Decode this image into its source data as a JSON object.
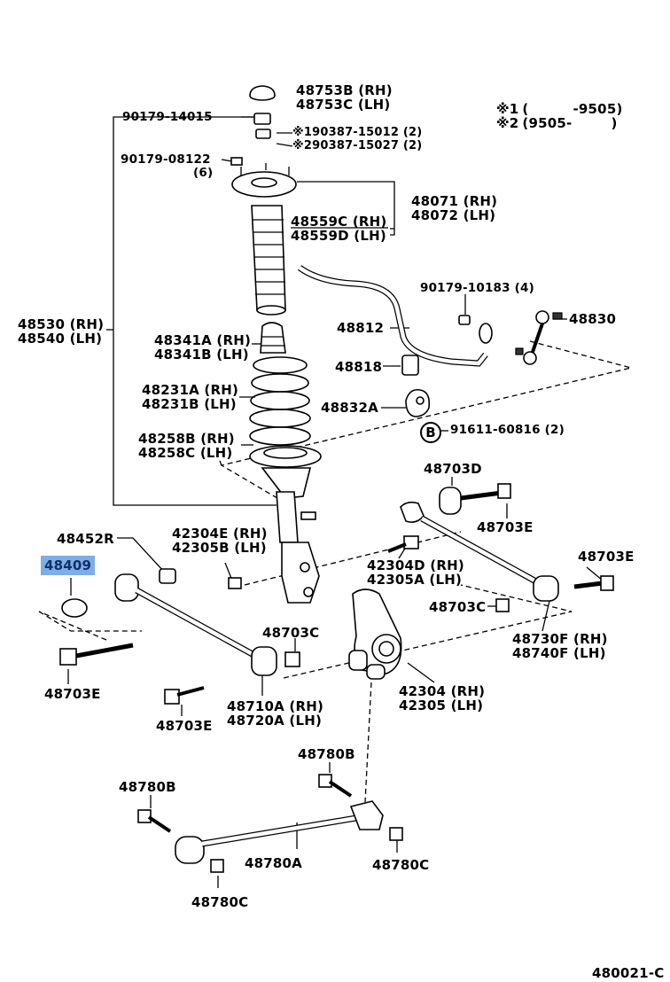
{
  "diagram": {
    "catalog_code": "480021-C",
    "legend": {
      "rows": [
        {
          "mark": "※1",
          "open": "(",
          "range": "-9505)"
        },
        {
          "mark": "※2",
          "open": "(9505-",
          "range": ")"
        }
      ]
    },
    "callout_symbol": "B",
    "highlighted_part": "48409",
    "labels": {
      "p48753": [
        "48753B (RH)",
        "48753C (LH)"
      ],
      "p90179_14015": "90179-14015",
      "p190387": "※190387-15012 (2)",
      "p290387": "※290387-15027 (2)",
      "p90179_08122": "90179-08122",
      "p90179_08122_qty": "(6)",
      "p48071": [
        "48071 (RH)",
        "48072 (LH)"
      ],
      "p48559": [
        "48559C (RH)",
        "48559D (LH)"
      ],
      "p48530": [
        "48530 (RH)",
        "48540 (LH)"
      ],
      "p90179_10183": "90179-10183 (4)",
      "p48830": "48830",
      "p48812": "48812",
      "p48341": [
        "48341A (RH)",
        "48341B (LH)"
      ],
      "p48818": "48818",
      "p48231": [
        "48231A (RH)",
        "48231B (LH)"
      ],
      "p48832": "48832A",
      "p91611": "91611-60816 (2)",
      "p48258": [
        "48258B (RH)",
        "48258C (LH)"
      ],
      "p48703d": "48703D",
      "p48703e_a": "48703E",
      "p48452": "48452R",
      "p42304e": [
        "42304E (RH)",
        "42305B (LH)"
      ],
      "p48703e_b": "48703E",
      "p48409": "48409",
      "p42304d": [
        "42304D (RH)",
        "42305A (LH)"
      ],
      "p48703c_a": "48703C",
      "p48703c_b": "48703C",
      "p48730": [
        "48730F (RH)",
        "48740F (LH)"
      ],
      "p48703e_c": "48703E",
      "p42304": [
        "42304 (RH)",
        "42305 (LH)"
      ],
      "p48710": [
        "48710A (RH)",
        "48720A (LH)"
      ],
      "p48703e_d": "48703E",
      "p48780b_a": "48780B",
      "p48780b_b": "48780B",
      "p48780a": "48780A",
      "p48780c_a": "48780C",
      "p48780c_b": "48780C"
    }
  }
}
